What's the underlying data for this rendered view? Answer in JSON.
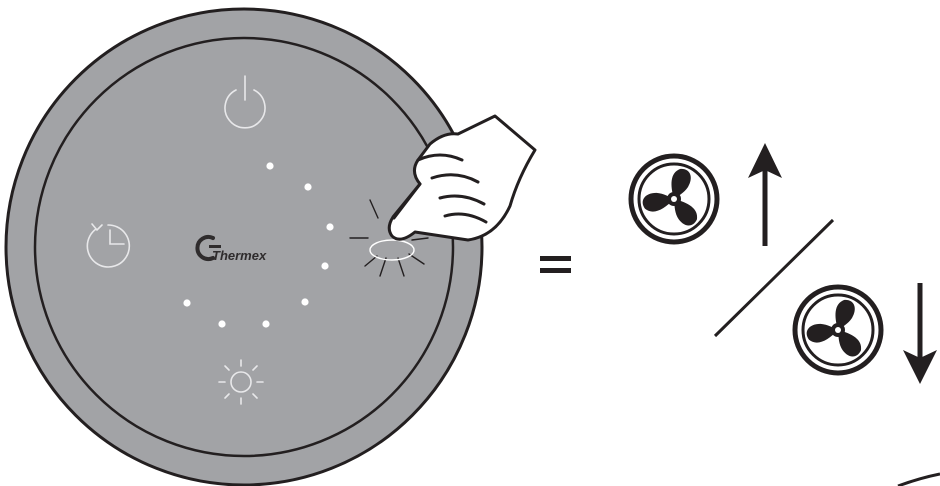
{
  "panel": {
    "brand": "Thermex",
    "buttons": [
      {
        "name": "power",
        "icon": "power-icon"
      },
      {
        "name": "timer",
        "icon": "timer-icon"
      },
      {
        "name": "light",
        "icon": "light-icon"
      },
      {
        "name": "fan-speed",
        "icon": "fan-speed-touch-area"
      }
    ]
  },
  "equals_sign": "=",
  "result": {
    "increase": {
      "icon": "fan-icon",
      "arrow": "arrow-up-icon"
    },
    "decrease": {
      "icon": "fan-icon",
      "arrow": "arrow-down-icon"
    }
  },
  "colors": {
    "panel_fill": "#a2a3a6",
    "panel_stroke": "#231f20",
    "panel_glyph": "#e8e8ea",
    "ink": "#231f20",
    "paper": "#ffffff"
  }
}
